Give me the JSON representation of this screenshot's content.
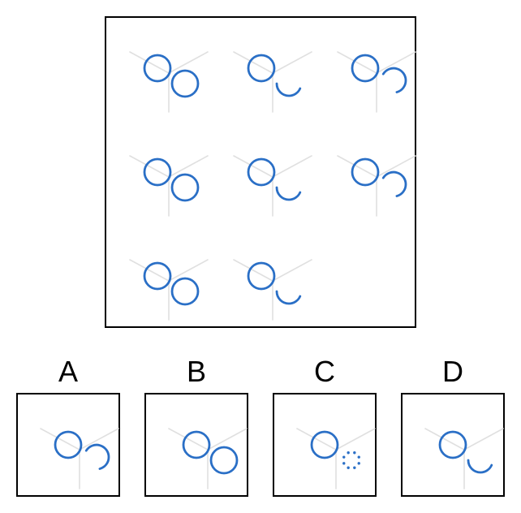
{
  "colors": {
    "shape": "#2a6fc6",
    "spoke": "#e0e0e0",
    "frame": "#000000"
  },
  "matrix": {
    "rows": [
      [
        "full-circle",
        "arc-bottom-left",
        "arc-top-right"
      ],
      [
        "full-circle",
        "arc-bottom-left",
        "arc-top-right"
      ],
      [
        "full-circle",
        "arc-bottom-left",
        "missing"
      ]
    ]
  },
  "options": [
    {
      "label": "A",
      "shape": "arc-top-right"
    },
    {
      "label": "B",
      "shape": "full-circle"
    },
    {
      "label": "C",
      "shape": "dotted-circle"
    },
    {
      "label": "D",
      "shape": "arc-bottom-left"
    }
  ]
}
